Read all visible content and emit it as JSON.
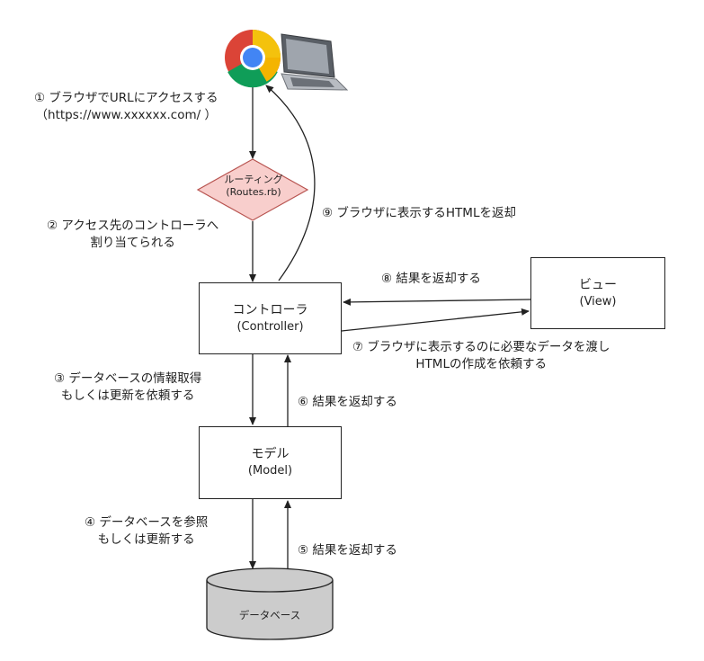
{
  "step1": {
    "line1": "① ブラウザでURLにアクセスする",
    "line2": "（https://www.xxxxxx.com/ ）"
  },
  "routing": {
    "line1": "ルーティング",
    "line2": "(Routes.rb)"
  },
  "step2": {
    "line1": "② アクセス先のコントローラへ",
    "line2": "割り当てられる"
  },
  "step9": "⑨ ブラウザに表示するHTMLを返却",
  "controller": {
    "title": "コントローラ",
    "sub": "(Controller)"
  },
  "view": {
    "title": "ビュー",
    "sub": "(View)"
  },
  "step8": "⑧ 結果を返却する",
  "step7": {
    "line1": "⑦ ブラウザに表示するのに必要なデータを渡し",
    "line2": "HTMLの作成を依頼する"
  },
  "step3": {
    "line1": "③ データベースの情報取得",
    "line2": "もしくは更新を依頼する"
  },
  "step6": "⑥ 結果を返却する",
  "model": {
    "title": "モデル",
    "sub": "(Model)"
  },
  "step4": {
    "line1": "④ データベースを参照",
    "line2": "もしくは更新する"
  },
  "step5": "⑤ 結果を返却する",
  "database": "データベース",
  "icons": {
    "browser": "chrome-browser-icon",
    "computer": "laptop-icon"
  }
}
